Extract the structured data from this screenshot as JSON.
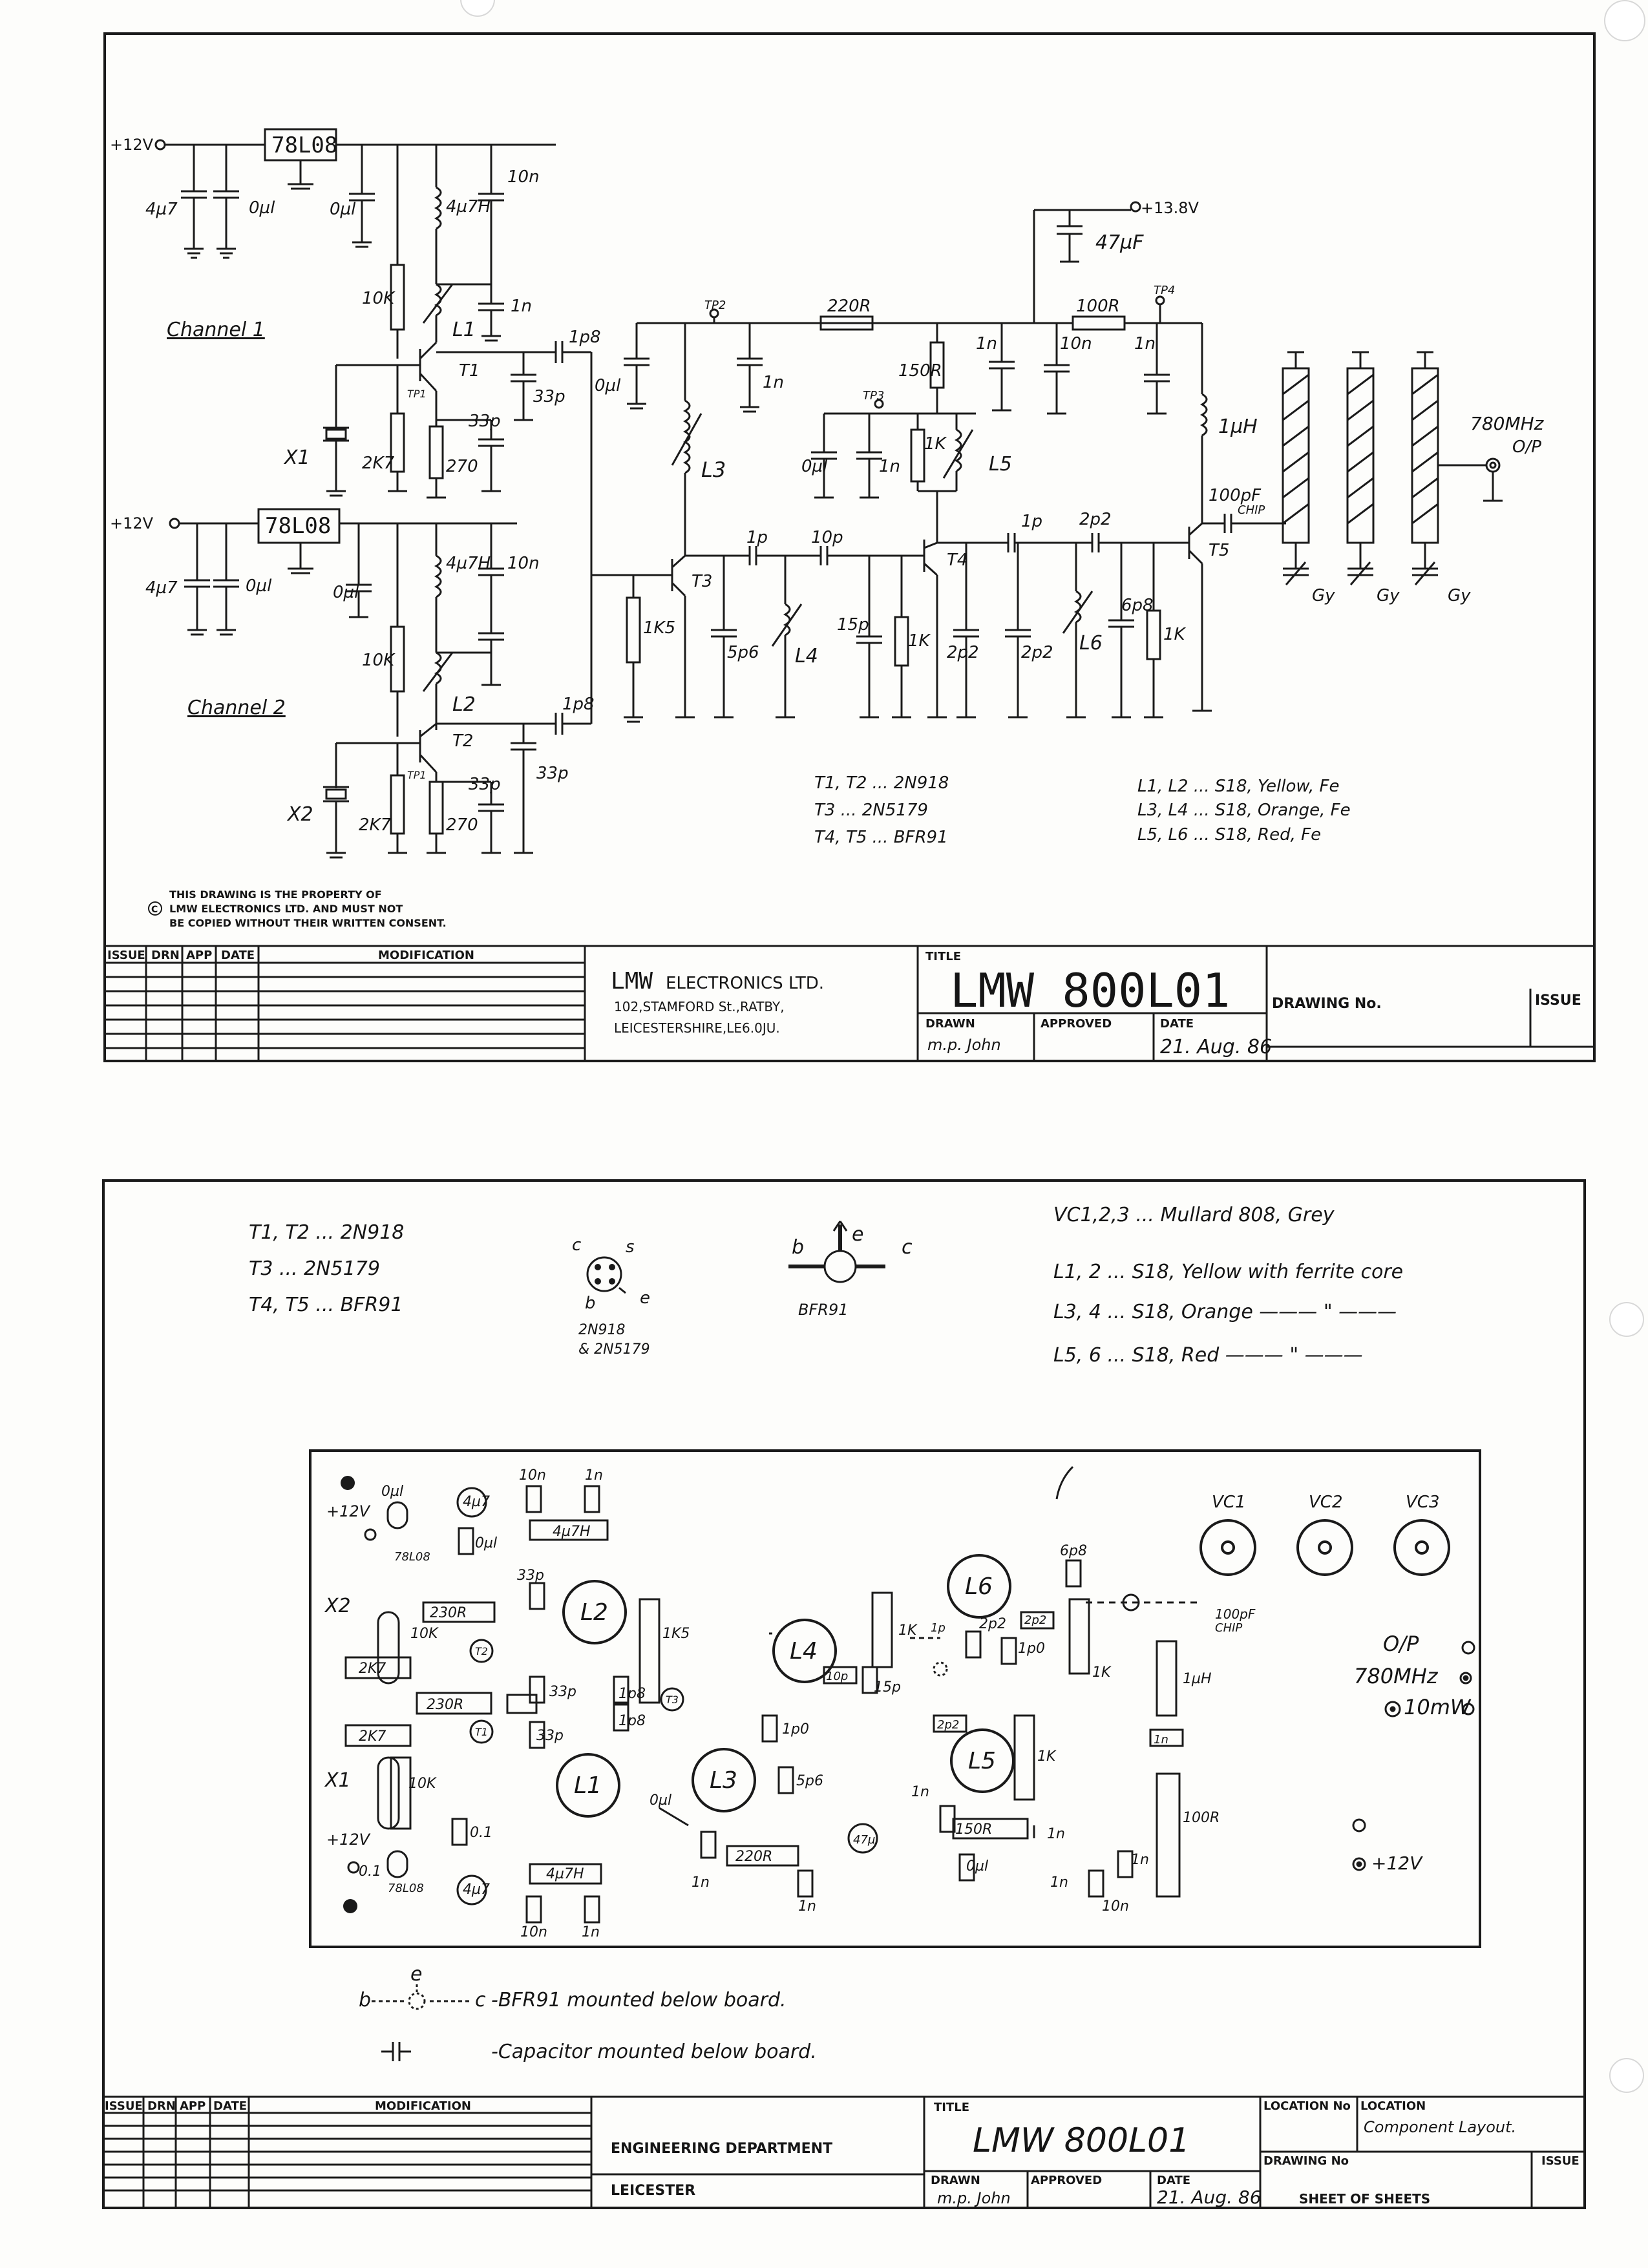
{
  "sheet1": {
    "channel1_label": "Channel 1",
    "channel2_label": "Channel 2",
    "supply_12v": "+12V",
    "supply_13v8": "+13.8V",
    "regulator": "78L08",
    "output_label": "780MHz",
    "output_sub": "O/P",
    "chip_cap": "100pF",
    "chip_word": "CHIP",
    "gy": "Gy",
    "tp": {
      "tp1": "TP1",
      "tp2": "TP2",
      "tp3": "TP3",
      "tp4": "TP4"
    },
    "ch1_components": {
      "c_4u7": "4µ7",
      "c_0u1a": "0µl",
      "c_0u1b": "0µl",
      "l_4u7h": "4µ7H",
      "c_10n": "10n",
      "r_10k": "10K",
      "c_1n": "1n",
      "l1": "L1",
      "t1": "T1",
      "c_1p8": "1p8",
      "c_33p_a": "33p",
      "c_33p_b": "33p",
      "x1": "X1",
      "r_2k7": "2K7",
      "r_270": "270"
    },
    "ch2_components": {
      "c_4u7": "4µ7",
      "c_0u1a": "0µl",
      "c_0u1b": "0µl",
      "l_4u7h": "4µ7H",
      "c_10n": "10n",
      "r_10k": "10K",
      "l2": "L2",
      "t2": "T2",
      "c_1p8": "1p8",
      "c_33p_a": "33p",
      "c_33p_b": "33p",
      "x2": "X2",
      "r_2k7": "2K7",
      "r_270": "270"
    },
    "amp_components": {
      "c_0u1": "0µl",
      "l3": "L3",
      "c_1n_a": "1n",
      "r_220r": "220R",
      "r_100r": "100R",
      "c_1n_b": "1n",
      "c_10n": "10n",
      "c_1n_c": "1n",
      "c_47u": "47µF",
      "l_1uh": "1µH",
      "r_150r": "150R",
      "r_1k_a": "1K",
      "l5": "L5",
      "c_0u1_b": "0µl",
      "c_1n_d": "1n",
      "r_1k5": "1K5",
      "t3": "T3",
      "c_1p_a": "1p",
      "c_10p": "10p",
      "c_5p6": "5p6",
      "l4": "L4",
      "c_15p": "15p",
      "r_1k_b": "1K",
      "t4": "T4",
      "c_1p_b": "1p",
      "c_2p2_a": "2p2",
      "c_2p2_b": "2p2",
      "c_2p2_c": "2p2",
      "l6": "L6",
      "c_6p8": "6p8",
      "r_1k_c": "1K",
      "t5": "T5"
    },
    "notes_transistors": [
      "T1, T2 ... 2N918",
      "T3 ... 2N5179",
      "T4, T5 ... BFR91"
    ],
    "notes_coils": [
      "L1, L2 ... S18, Yellow, Fe",
      "L3, L4 ... S18, Orange, Fe",
      "L5, L6 ... S18, Red, Fe"
    ],
    "copyright": [
      "THIS DRAWING IS THE PROPERTY OF",
      "LMW ELECTRONICS LTD. AND MUST NOT",
      "BE COPIED WITHOUT THEIR WRITTEN CONSENT."
    ],
    "title_block": {
      "cols": [
        "ISSUE",
        "DRN",
        "APP",
        "DATE"
      ],
      "modification": "MODIFICATION",
      "company_a": "LMW",
      "company_b": "ELECTRONICS LTD.",
      "address1": "102,STAMFORD St.,RATBY,",
      "address2": "LEICESTERSHIRE,LE6.0JU.",
      "title_label": "TITLE",
      "title": "LMW 800L01",
      "drawn_label": "DRAWN",
      "drawn_sig": "m.p. John",
      "approved_label": "APPROVED",
      "date_label": "DATE",
      "date": "21. Aug. 86",
      "drawing_no": "DRAWING No.",
      "issue": "ISSUE"
    }
  },
  "sheet2": {
    "notes_left": [
      "T1, T2 ... 2N918",
      "T3 ... 2N5179",
      "T4, T5 ... BFR91"
    ],
    "pin_2n918": {
      "c": "c",
      "s": "s",
      "b": "b",
      "e": "e",
      "caption1": "2N918",
      "caption2": "& 2N5179"
    },
    "pin_bfr91": {
      "b": "b",
      "e": "e",
      "c": "c",
      "caption": "BFR91"
    },
    "notes_right": [
      "VC1,2,3 ... Mullard 808, Grey",
      "L1, 2 ... S18, Yellow with ferrite core",
      "L3, 4 ... S18, Orange ——— \" ———",
      "L5, 6 ... S18, Red ——— \" ———"
    ],
    "board": {
      "vc": [
        "VC1",
        "VC2",
        "VC3"
      ],
      "coils": [
        "L1",
        "L2",
        "L3",
        "L4",
        "L5",
        "L6"
      ],
      "plus12v_top": "+12V",
      "plus12v_bottom": "+12V",
      "plus12v_right": "+12V",
      "op": "O/P",
      "op_freq": "780MHz",
      "op_power": "10mW",
      "chip_label": "100pF",
      "chip_word": "CHIP",
      "x1": "X1",
      "x2": "X2",
      "parts": {
        "p01": "0µl",
        "p02": "4µ7",
        "p03": "10n",
        "p04": "1n",
        "p05": "4µ7H",
        "p06": "0µl",
        "p07": "78L08",
        "p08": "33p",
        "p09": "230R",
        "p10": "10K",
        "p11": "T2",
        "p12": "2K7",
        "p13": "230R",
        "p14": "2K7",
        "p15": "T1",
        "p16": "33p",
        "p17": "33p",
        "p18": "1p8",
        "p19": "1p8",
        "p20": "1K5",
        "p21": "T3",
        "p22": "10K",
        "p23": "0.1",
        "p24": "0.1",
        "p25": "78L08",
        "p26": "4µ7H",
        "p27": "4µ7",
        "p28": "10n",
        "p29": "1n",
        "p30": "0µl",
        "p31": "220R",
        "p32": "1n",
        "p33": "1n",
        "p34": "1p0",
        "p35": "5p6",
        "p36": "10p",
        "p37": "15p",
        "p38": "1K",
        "p39": "1p",
        "p40": "2p2",
        "p41": "1p0",
        "p42": "2p2",
        "p43": "6p8",
        "p44": "1K",
        "p45": "1µH",
        "p46": "1K",
        "p47": "2p2",
        "p48": "1n",
        "p49": "150R",
        "p50": "1n",
        "p51": "0µl",
        "p52": "47µ",
        "p53": "1n",
        "p54": "100R",
        "p55": "1n",
        "p56": "10n",
        "p57": "1n"
      }
    },
    "legend1_pins": {
      "e": "e",
      "b": "b",
      "c": "c"
    },
    "legend1": "-BFR91 mounted below board.",
    "legend2": "-Capacitor mounted below board.",
    "title_block": {
      "cols": [
        "ISSUE",
        "DRN",
        "APP",
        "DATE"
      ],
      "modification": "MODIFICATION",
      "dept": "ENGINEERING DEPARTMENT",
      "city": "LEICESTER",
      "title_label": "TITLE",
      "title": "LMW 800L01",
      "location_no": "LOCATION No",
      "location": "LOCATION",
      "location_value": "Component Layout.",
      "drawing_no": "DRAWING No",
      "issue": "ISSUE",
      "drawn_label": "DRAWN",
      "drawn_sig": "m.p. John",
      "approved_label": "APPROVED",
      "date_label": "DATE",
      "date": "21. Aug. 86",
      "sheet_of": "SHEET  OF  SHEETS"
    }
  }
}
